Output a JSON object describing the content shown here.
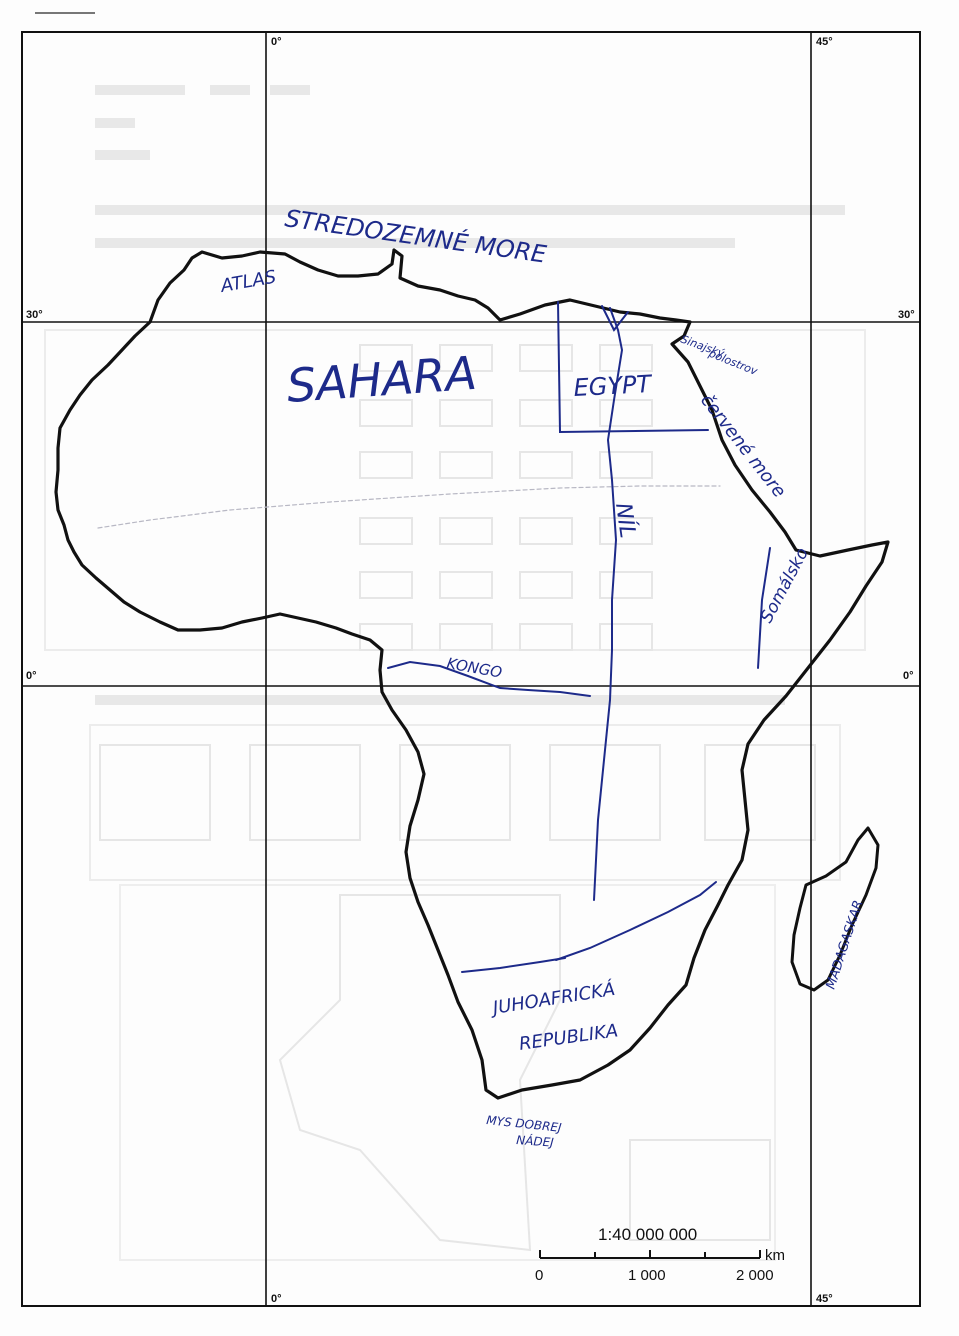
{
  "grid_labels": {
    "top_0": "0°",
    "top_45": "45°",
    "left_30": "30°",
    "right_30": "30°",
    "left_0": "0°",
    "right_0": "0°",
    "bottom_0": "0°",
    "bottom_45": "45°"
  },
  "handwritten_labels": {
    "mediterranean": "STREDOZEMNÉ MORE",
    "atlas": "ATLAS",
    "sahara": "SAHARA",
    "egypt": "EGYPT",
    "sinai_1": "Sinajský",
    "sinai_2": "polostrov",
    "red_sea": "červené more",
    "nile": "NÍL",
    "somalia": "Somálsko",
    "congo": "KONGO",
    "south_africa_1": "JUHOAFRICKÁ",
    "south_africa_2": "REPUBLIKA",
    "madagascar": "MADAGASKAR",
    "cape_1": "MYS DOBREJ",
    "cape_2": "NÁDEJ"
  },
  "scale": {
    "ratio": "1:40 000 000",
    "unit": "km",
    "tick_0": "0",
    "tick_1000": "1 000",
    "tick_2000": "2 000"
  },
  "colors": {
    "outline": "#111111",
    "pen": "#1d2a8a"
  }
}
